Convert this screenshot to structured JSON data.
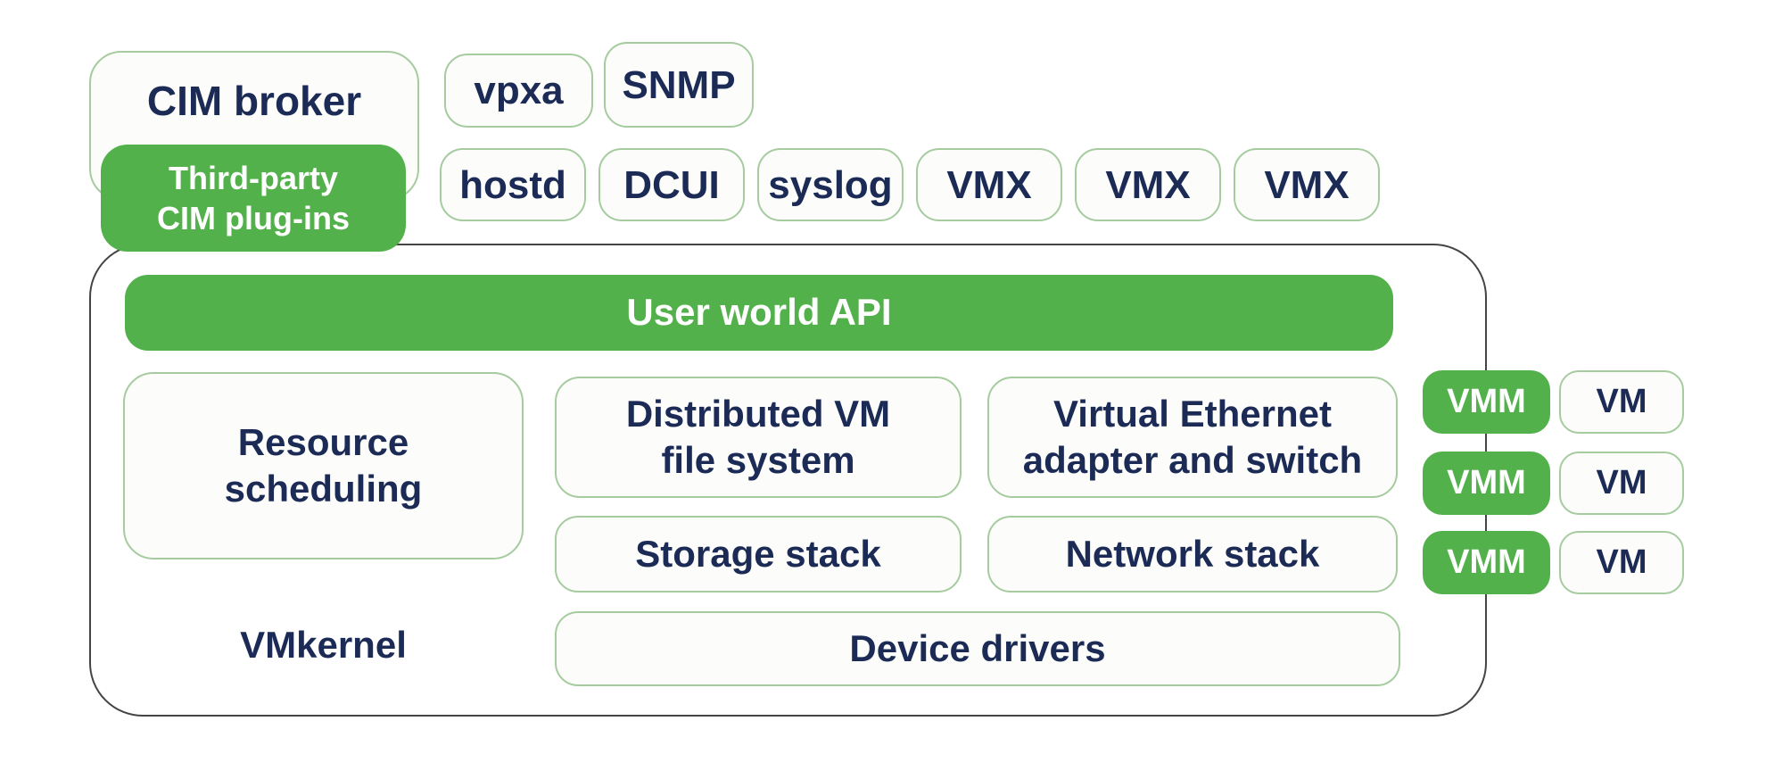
{
  "diagram": {
    "cim_broker": "CIM broker",
    "third_party_plugins": {
      "line1": "Third-party",
      "line2": "CIM plug-ins"
    },
    "agents_row1": [
      "vpxa",
      "SNMP"
    ],
    "agents_row2": [
      "hostd",
      "DCUI",
      "syslog",
      "VMX",
      "VMX",
      "VMX"
    ],
    "user_world_api": "User world API",
    "vmkernel_label": "VMkernel",
    "resource_scheduling": {
      "line1": "Resource",
      "line2": "scheduling"
    },
    "distributed_vmfs": {
      "line1": "Distributed VM",
      "line2": "file system"
    },
    "virtual_ethernet": {
      "line1": "Virtual Ethernet",
      "line2": "adapter and switch"
    },
    "storage_stack": "Storage stack",
    "network_stack": "Network stack",
    "device_drivers": "Device drivers",
    "vm_pairs": [
      {
        "vmm": "VMM",
        "vm": "VM"
      },
      {
        "vmm": "VMM",
        "vm": "VM"
      },
      {
        "vmm": "VMM",
        "vm": "VM"
      }
    ]
  },
  "colors": {
    "green": "#53b14b",
    "navy": "#1c2b56",
    "box_border": "#a5cb9f",
    "box_fill": "#fcfdfb",
    "container_border": "#444444",
    "background": "#ffffff",
    "text_on_green": "#ffffff"
  }
}
